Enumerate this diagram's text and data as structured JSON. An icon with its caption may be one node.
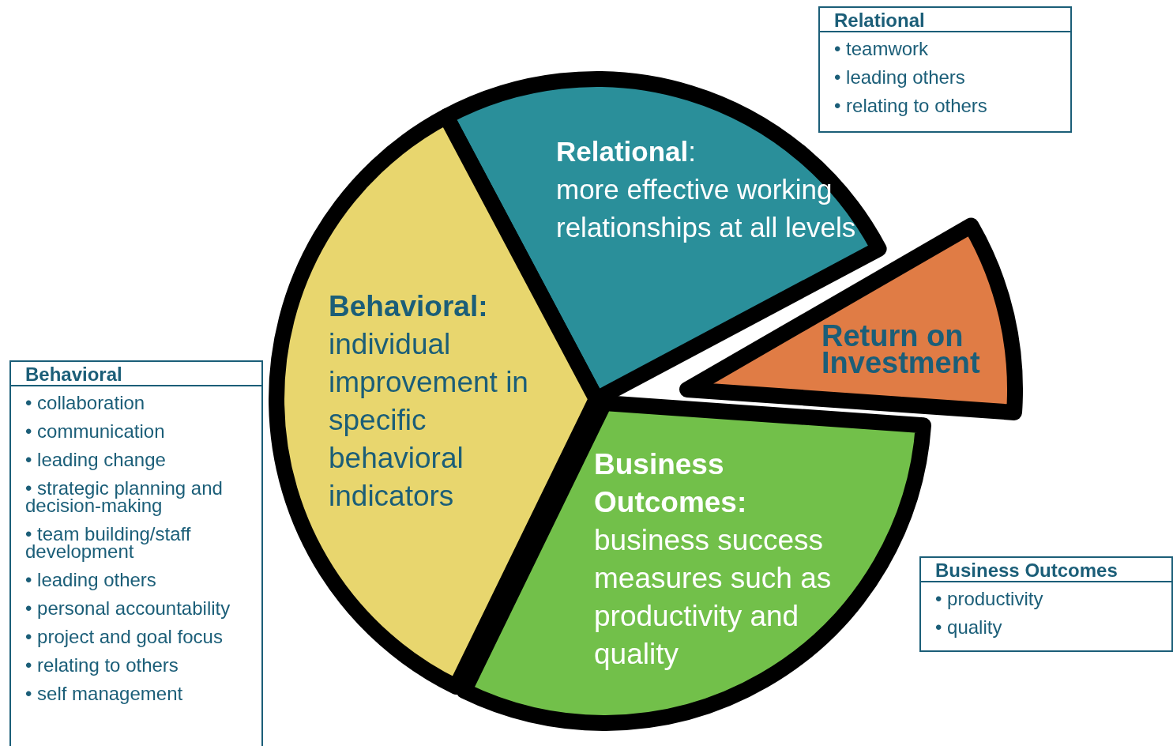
{
  "diagram": {
    "nodes": [
      {
        "text": [
          "Relational",
          "• teamwork",
          "• leading others",
          "• relating to others"
        ]
      },
      {
        "text": [
          "**Relational**:",
          "more effective working relationships at all levels"
        ]
      },
      {
        "text": [
          "Return on Investment"
        ]
      },
      {
        "text": [
          "Behavioral:",
          "individual improvement in specific behavioral indicators"
        ]
      },
      {
        "text": [
          "Behavioral",
          "• collaboration",
          "• communication",
          "• leading change",
          "• strategic planning and decision-making",
          "• team building/staff development",
          "• leading others",
          "• personal accountability",
          "• project and goal focus",
          "• relating to others",
          "• self management"
        ]
      },
      {
        "text": [
          "Business Outcomes:",
          "business success measures such as productivity and quality"
        ]
      },
      {
        "text": [
          "Business Outcomes",
          "• productivity",
          "• quality"
        ]
      }
    ]
  }
}
